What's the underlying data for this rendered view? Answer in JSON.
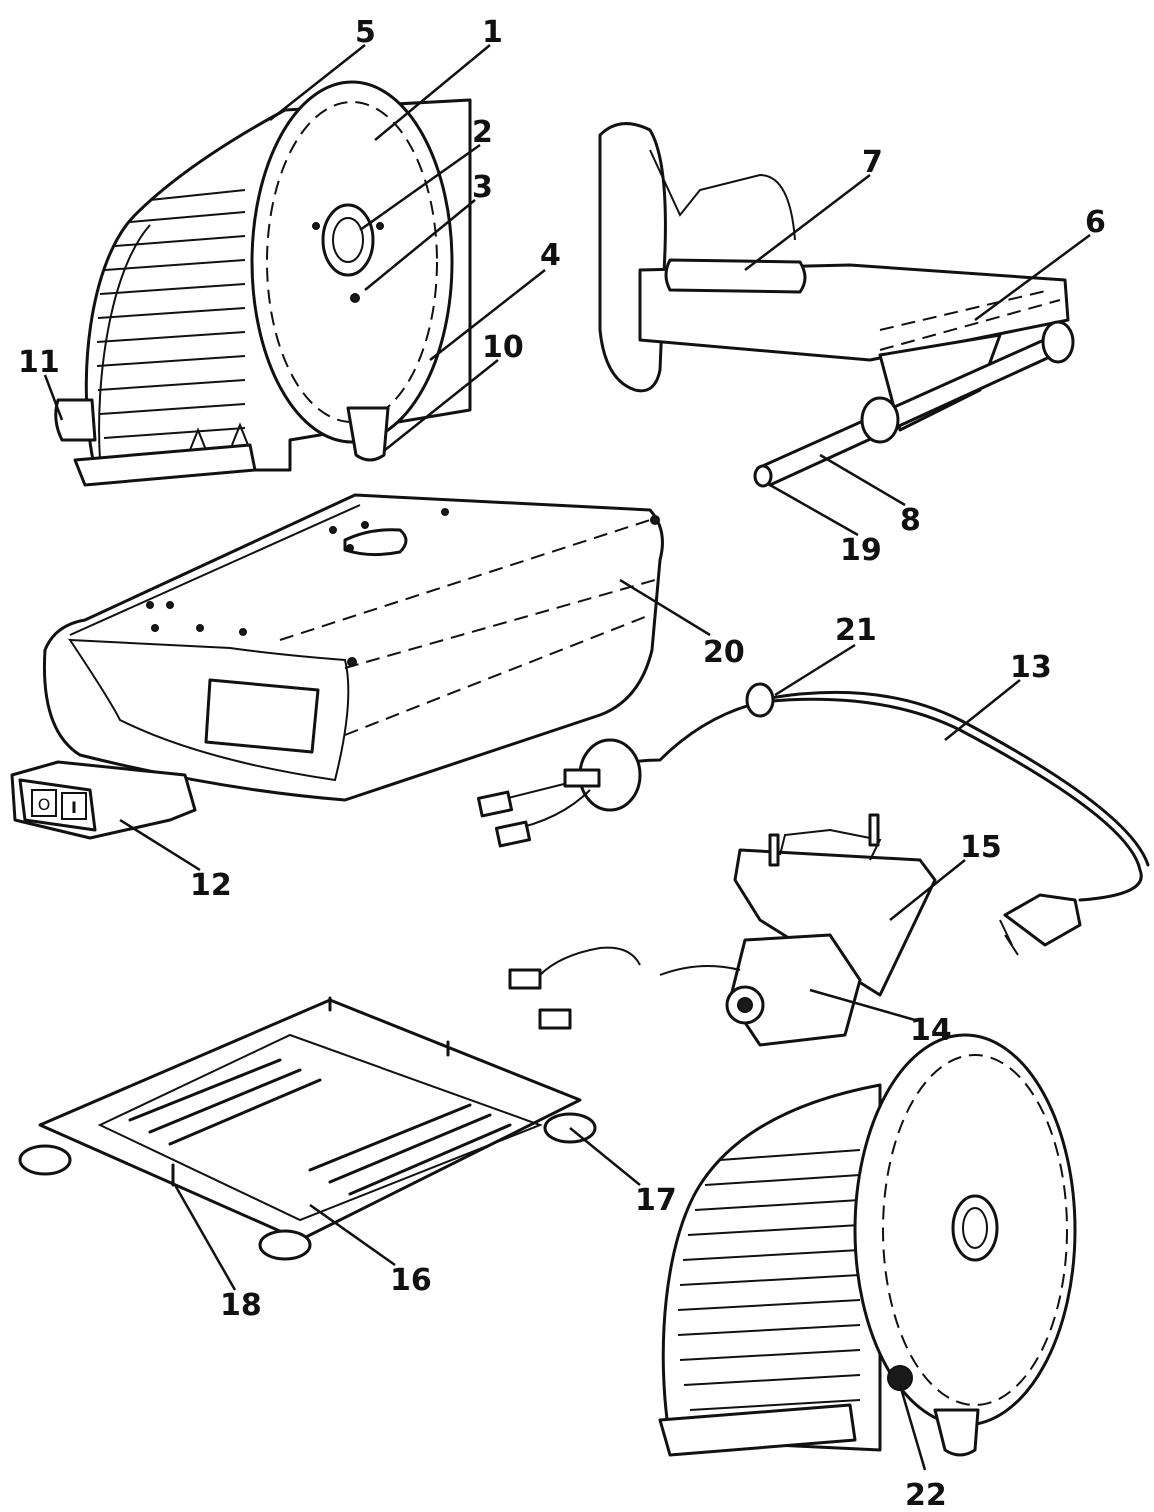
{
  "callouts": [
    {
      "id": "1",
      "text": "1"
    },
    {
      "id": "2",
      "text": "2"
    },
    {
      "id": "3",
      "text": "3"
    },
    {
      "id": "4",
      "text": "4"
    },
    {
      "id": "5",
      "text": "5"
    },
    {
      "id": "6",
      "text": "6"
    },
    {
      "id": "7",
      "text": "7"
    },
    {
      "id": "8",
      "text": "8"
    },
    {
      "id": "10",
      "text": "10"
    },
    {
      "id": "11",
      "text": "11"
    },
    {
      "id": "12",
      "text": "12"
    },
    {
      "id": "13",
      "text": "13"
    },
    {
      "id": "14",
      "text": "14"
    },
    {
      "id": "15",
      "text": "15"
    },
    {
      "id": "16",
      "text": "16"
    },
    {
      "id": "17",
      "text": "17"
    },
    {
      "id": "18",
      "text": "18"
    },
    {
      "id": "19",
      "text": "19"
    },
    {
      "id": "20",
      "text": "20"
    },
    {
      "id": "21",
      "text": "21"
    },
    {
      "id": "22",
      "text": "22"
    }
  ],
  "switch": {
    "on_symbol": "I",
    "off_symbol": "O"
  }
}
